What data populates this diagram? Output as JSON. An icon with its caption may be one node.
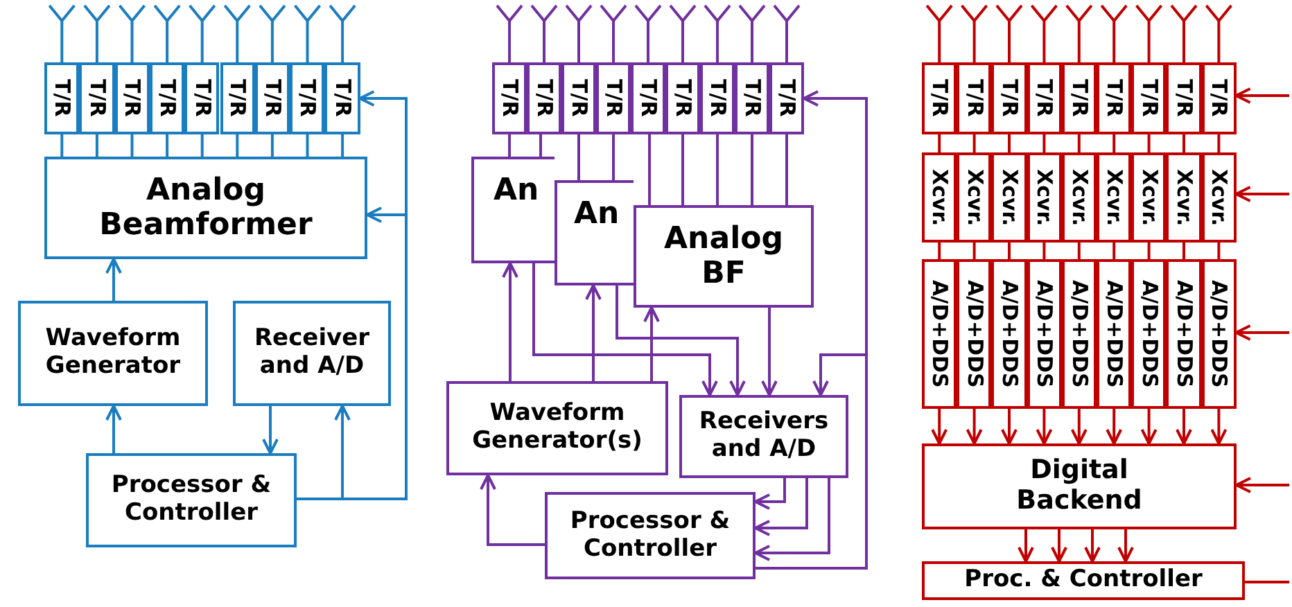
{
  "diagram": {
    "nodes": [
      {
        "text": [
          "T/R"
        ]
      },
      {
        "text": [
          "T/R"
        ]
      },
      {
        "text": [
          "T/R"
        ]
      },
      {
        "text": [
          "T/R"
        ]
      },
      {
        "text": [
          "T/R"
        ]
      },
      {
        "text": [
          "T/R"
        ]
      },
      {
        "text": [
          "T/R"
        ]
      },
      {
        "text": [
          "T/R"
        ]
      },
      {
        "text": [
          "T/R"
        ]
      },
      {
        "text": [
          "Analog Beamformer"
        ]
      },
      {
        "text": [
          "Waveform Generator"
        ]
      },
      {
        "text": [
          "Receiver and A/D"
        ]
      },
      {
        "text": [
          "Processor & Controller"
        ]
      },
      {
        "text": [
          "T/R"
        ]
      },
      {
        "text": [
          "T/R"
        ]
      },
      {
        "text": [
          "T/R"
        ]
      },
      {
        "text": [
          "T/R"
        ]
      },
      {
        "text": [
          "T/R"
        ]
      },
      {
        "text": [
          "T/R"
        ]
      },
      {
        "text": [
          "T/R"
        ]
      },
      {
        "text": [
          "T/R"
        ]
      },
      {
        "text": [
          "T/R"
        ]
      },
      {
        "text": [
          "An"
        ]
      },
      {
        "text": [
          "An"
        ]
      },
      {
        "text": [
          "Analog BF"
        ]
      },
      {
        "text": [
          "Waveform Generator(s)"
        ]
      },
      {
        "text": [
          "Receivers and A/D"
        ]
      },
      {
        "text": [
          "Processor & Controller"
        ]
      },
      {
        "text": [
          "T/R"
        ]
      },
      {
        "text": [
          "T/R"
        ]
      },
      {
        "text": [
          "T/R"
        ]
      },
      {
        "text": [
          "T/R"
        ]
      },
      {
        "text": [
          "T/R"
        ]
      },
      {
        "text": [
          "T/R"
        ]
      },
      {
        "text": [
          "T/R"
        ]
      },
      {
        "text": [
          "T/R"
        ]
      },
      {
        "text": [
          "T/R"
        ]
      },
      {
        "text": [
          "Xcvr."
        ]
      },
      {
        "text": [
          "Xcvr."
        ]
      },
      {
        "text": [
          "Xcvr."
        ]
      },
      {
        "text": [
          "Xcvr."
        ]
      },
      {
        "text": [
          "Xcvr."
        ]
      },
      {
        "text": [
          "Xcvr."
        ]
      },
      {
        "text": [
          "Xcvr."
        ]
      },
      {
        "text": [
          "Xcvr."
        ]
      },
      {
        "text": [
          "Xcvr."
        ]
      },
      {
        "text": [
          "A/D+DDS"
        ]
      },
      {
        "text": [
          "A/D+DDS"
        ]
      },
      {
        "text": [
          "A/D+DDS"
        ]
      },
      {
        "text": [
          "A/D+DDS"
        ]
      },
      {
        "text": [
          "A/D+DDS"
        ]
      },
      {
        "text": [
          "A/D+DDS"
        ]
      },
      {
        "text": [
          "A/D+DDS"
        ]
      },
      {
        "text": [
          "A/D+DDS"
        ]
      },
      {
        "text": [
          "A/D+DDS"
        ]
      },
      {
        "text": [
          "Digital Backend"
        ]
      },
      {
        "text": [
          "Proc. & Controller"
        ]
      }
    ],
    "edges": [
      {
        "from": 0,
        "to": 9,
        "arrow": "none",
        "color": "#1a7dc0"
      },
      {
        "from": 1,
        "to": 9,
        "arrow": "none",
        "color": "#1a7dc0"
      },
      {
        "from": 2,
        "to": 9,
        "arrow": "none",
        "color": "#1a7dc0"
      },
      {
        "from": 3,
        "to": 9,
        "arrow": "none",
        "color": "#1a7dc0"
      },
      {
        "from": 4,
        "to": 9,
        "arrow": "none",
        "color": "#1a7dc0"
      },
      {
        "from": 5,
        "to": 9,
        "arrow": "none",
        "color": "#1a7dc0"
      },
      {
        "from": 6,
        "to": 9,
        "arrow": "none",
        "color": "#1a7dc0"
      },
      {
        "from": 7,
        "to": 9,
        "arrow": "none",
        "color": "#1a7dc0"
      },
      {
        "from": 8,
        "to": 9,
        "arrow": "none",
        "color": "#1a7dc0"
      },
      {
        "from": 10,
        "to": 9,
        "arrow": "to",
        "color": "#1a7dc0"
      },
      {
        "from": 12,
        "to": 10,
        "arrow": "to",
        "color": "#1a7dc0"
      },
      {
        "from": 11,
        "to": 12,
        "arrow": "to",
        "color": "#1a7dc0"
      },
      {
        "from": 12,
        "to": 11,
        "arrow": "to",
        "color": "#1a7dc0"
      },
      {
        "from": 12,
        "to": 9,
        "arrow": "to",
        "color": "#1a7dc0"
      },
      {
        "from": 12,
        "to": 8,
        "arrow": "to",
        "color": "#1a7dc0"
      },
      {
        "from": 13,
        "to": 22,
        "arrow": "none",
        "color": "#7030a0"
      },
      {
        "from": 14,
        "to": 22,
        "arrow": "none",
        "color": "#7030a0"
      },
      {
        "from": 15,
        "to": 23,
        "arrow": "none",
        "color": "#7030a0"
      },
      {
        "from": 16,
        "to": 23,
        "arrow": "none",
        "color": "#7030a0"
      },
      {
        "from": 17,
        "to": 24,
        "arrow": "none",
        "color": "#7030a0"
      },
      {
        "from": 18,
        "to": 24,
        "arrow": "none",
        "color": "#7030a0"
      },
      {
        "from": 19,
        "to": 24,
        "arrow": "none",
        "color": "#7030a0"
      },
      {
        "from": 20,
        "to": 24,
        "arrow": "none",
        "color": "#7030a0"
      },
      {
        "from": 21,
        "to": 24,
        "arrow": "none",
        "color": "#7030a0"
      },
      {
        "from": 25,
        "to": 22,
        "arrow": "to",
        "color": "#7030a0"
      },
      {
        "from": 25,
        "to": 23,
        "arrow": "to",
        "color": "#7030a0"
      },
      {
        "from": 25,
        "to": 24,
        "arrow": "to",
        "color": "#7030a0"
      },
      {
        "from": 22,
        "to": 26,
        "arrow": "to",
        "color": "#7030a0"
      },
      {
        "from": 23,
        "to": 26,
        "arrow": "to",
        "color": "#7030a0"
      },
      {
        "from": 24,
        "to": 26,
        "arrow": "to",
        "color": "#7030a0"
      },
      {
        "from": 27,
        "to": 26,
        "arrow": "to",
        "color": "#7030a0"
      },
      {
        "from": 27,
        "to": 21,
        "arrow": "to",
        "color": "#7030a0"
      },
      {
        "from": 26,
        "to": 27,
        "arrow": "to",
        "color": "#7030a0"
      },
      {
        "from": 26,
        "to": 27,
        "arrow": "to",
        "color": "#7030a0"
      },
      {
        "from": 26,
        "to": 27,
        "arrow": "to",
        "color": "#7030a0"
      },
      {
        "from": 27,
        "to": 25,
        "arrow": "to",
        "color": "#7030a0"
      },
      {
        "from": 28,
        "to": 37,
        "arrow": "none"
      },
      {
        "from": 29,
        "to": 38,
        "arrow": "none"
      },
      {
        "from": 30,
        "to": 39,
        "arrow": "none"
      },
      {
        "from": 31,
        "to": 40,
        "arrow": "none"
      },
      {
        "from": 32,
        "to": 41,
        "arrow": "none"
      },
      {
        "from": 33,
        "to": 42,
        "arrow": "none"
      },
      {
        "from": 34,
        "to": 43,
        "arrow": "none"
      },
      {
        "from": 35,
        "to": 44,
        "arrow": "none"
      },
      {
        "from": 36,
        "to": 45,
        "arrow": "none"
      },
      {
        "from": 37,
        "to": 46,
        "arrow": "none"
      },
      {
        "from": 38,
        "to": 47,
        "arrow": "none"
      },
      {
        "from": 39,
        "to": 48,
        "arrow": "none"
      },
      {
        "from": 40,
        "to": 49,
        "arrow": "none"
      },
      {
        "from": 41,
        "to": 50,
        "arrow": "none"
      },
      {
        "from": 42,
        "to": 51,
        "arrow": "none"
      },
      {
        "from": 43,
        "to": 52,
        "arrow": "none"
      },
      {
        "from": 44,
        "to": 53,
        "arrow": "none"
      },
      {
        "from": 45,
        "to": 54,
        "arrow": "none"
      },
      {
        "from": 46,
        "to": 55,
        "arrow": "to"
      },
      {
        "from": 47,
        "to": 55,
        "arrow": "to"
      },
      {
        "from": 48,
        "to": 55,
        "arrow": "to"
      },
      {
        "from": 49,
        "to": 55,
        "arrow": "to"
      },
      {
        "from": 50,
        "to": 55,
        "arrow": "to"
      },
      {
        "from": 51,
        "to": 55,
        "arrow": "to"
      },
      {
        "from": 52,
        "to": 55,
        "arrow": "to"
      },
      {
        "from": 53,
        "to": 55,
        "arrow": "to"
      },
      {
        "from": 54,
        "to": 55,
        "arrow": "to"
      },
      {
        "from": 55,
        "to": 56,
        "arrow": "to"
      },
      {
        "from": 55,
        "to": 56,
        "arrow": "to"
      },
      {
        "from": 55,
        "to": 56,
        "arrow": "to"
      },
      {
        "from": 55,
        "to": 56,
        "arrow": "to"
      },
      {
        "from": null,
        "to": 36,
        "arrow": "to"
      },
      {
        "from": null,
        "to": 45,
        "arrow": "to"
      },
      {
        "from": null,
        "to": 54,
        "arrow": "to"
      },
      {
        "from": null,
        "to": 55,
        "arrow": "to"
      },
      {
        "from": 56,
        "to": null,
        "arrow": "none"
      }
    ]
  }
}
